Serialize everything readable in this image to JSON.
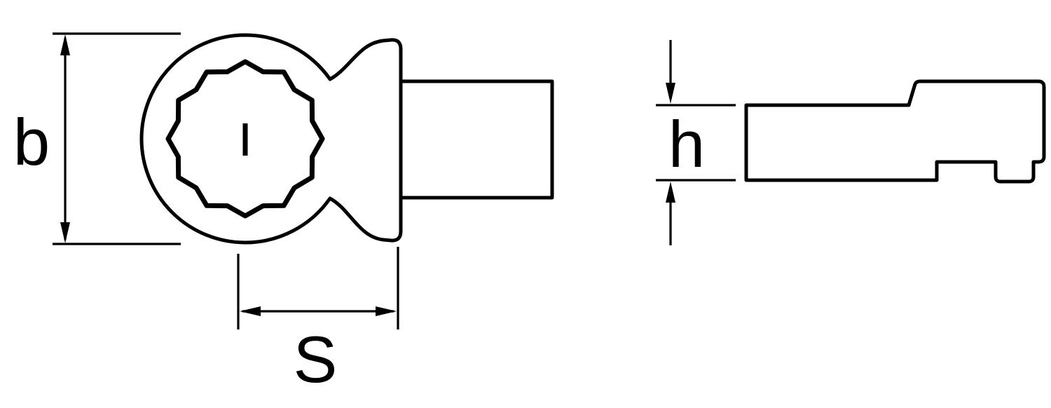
{
  "colors": {
    "line": "#000000",
    "background": "#ffffff"
  },
  "dimensions": {
    "b": "b",
    "s": "S",
    "h": "h"
  }
}
